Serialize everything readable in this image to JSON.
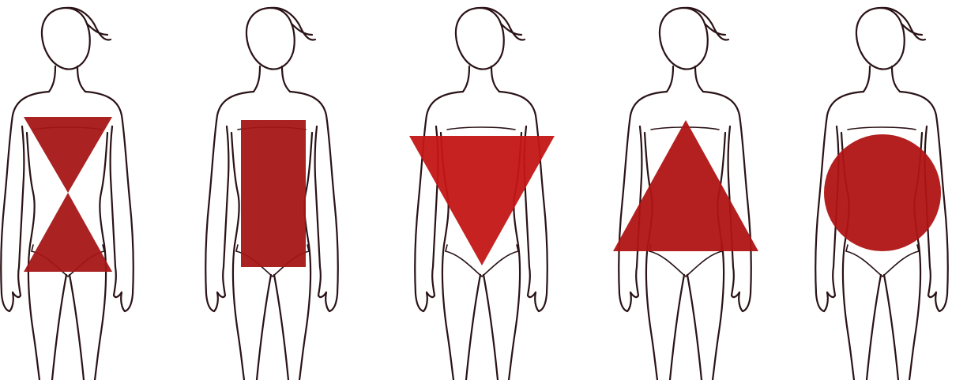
{
  "figures": [
    {
      "shape": "hourglass",
      "overlay_color": "#a51616"
    },
    {
      "shape": "rectangle",
      "overlay_color": "#a51616"
    },
    {
      "shape": "inverted-triangle",
      "overlay_color": "#c41616"
    },
    {
      "shape": "triangle",
      "overlay_color": "#b01414"
    },
    {
      "shape": "circle",
      "overlay_color": "#b01414"
    }
  ]
}
